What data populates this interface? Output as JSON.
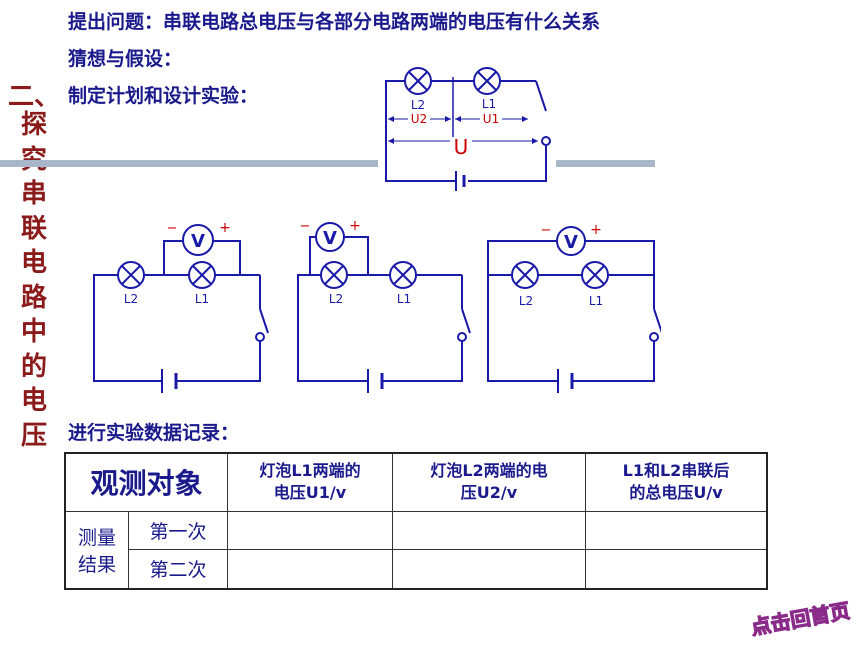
{
  "lines": {
    "question": "提出问题：串联电路总电压与各部分电路两端的电压有什么关系",
    "hypothesis": "猜想与假设：",
    "plan": "制定计划和设计实验：",
    "record": "进行实验数据记录："
  },
  "section_title": {
    "number": "二、",
    "chars": [
      "探",
      "究",
      "串",
      "联",
      "电",
      "路",
      "中",
      "的",
      "电",
      "压"
    ]
  },
  "diagram_top": {
    "lamp_left": "L2",
    "lamp_right": "L1",
    "u_left": "U2",
    "u_right": "U1",
    "u_total": "U"
  },
  "circuits": [
    {
      "meter": "V",
      "minus": "−",
      "plus": "+",
      "lamp_left": "L2",
      "lamp_right": "L1"
    },
    {
      "meter": "V",
      "minus": "−",
      "plus": "+",
      "lamp_left": "L2",
      "lamp_right": "L1"
    },
    {
      "meter": "V",
      "minus": "−",
      "plus": "+",
      "lamp_left": "L2",
      "lamp_right": "L1"
    }
  ],
  "table": {
    "h1": "观测对象",
    "h2_line1": "灯泡L1两端的",
    "h2_line2": "电压U1/v",
    "h3_line1": "灯泡L2两端的电",
    "h3_line2": "压U2/v",
    "h4_line1": "L1和L2串联后",
    "h4_line2": "的总电压U/v",
    "group_line1": "测量",
    "group_line2": "结果",
    "row1": "第一次",
    "row2": "第二次"
  },
  "home_button": "点击回首页",
  "colors": {
    "text": "#1a1a8c",
    "title": "#8b1a1a",
    "wire": "#1a1aa8",
    "red": "#cc0000",
    "lamp_fill": "#ffffff"
  }
}
